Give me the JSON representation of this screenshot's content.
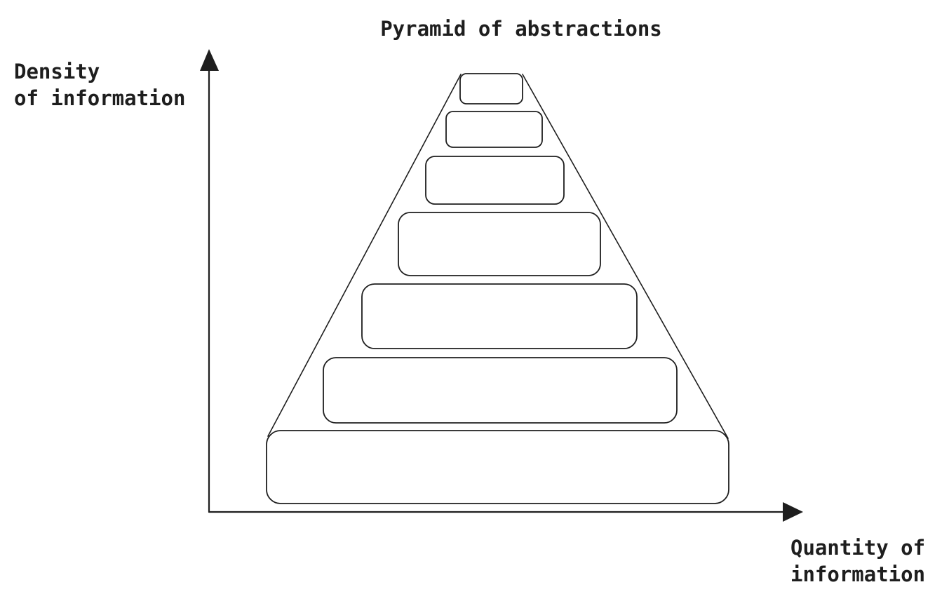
{
  "title": "Pyramid of abstractions",
  "y_axis": {
    "label_line1": "Density",
    "label_line2": "of information"
  },
  "x_axis": {
    "label_line1": "Quantity of",
    "label_line2": "information"
  },
  "pyramid": {
    "tier_count": 7
  },
  "colors": {
    "stroke": "#1e1e1e",
    "background": "#ffffff"
  }
}
